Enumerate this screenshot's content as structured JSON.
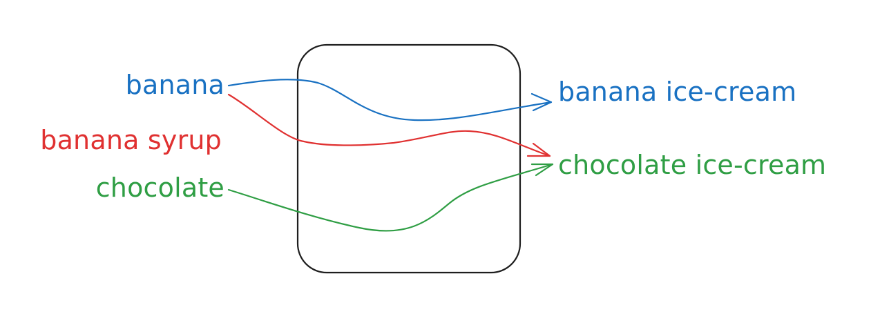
{
  "inputs": [
    {
      "label": "banana",
      "color": "#1971c2"
    },
    {
      "label": "banana syrup",
      "color": "#e03131"
    },
    {
      "label": "chocolate",
      "color": "#2f9e44"
    }
  ],
  "outputs": [
    {
      "label": "banana ice-cream",
      "color": "#1971c2"
    },
    {
      "label": "chocolate ice-cream",
      "color": "#2f9e44"
    }
  ],
  "box": {
    "stroke": "#1e1e1e"
  },
  "arrows": [
    {
      "from": "banana",
      "to": "banana ice-cream",
      "color": "#1971c2"
    },
    {
      "from": "banana",
      "to": "chocolate ice-cream",
      "color": "#e03131"
    },
    {
      "from": "chocolate",
      "to": "chocolate ice-cream",
      "color": "#2f9e44"
    }
  ]
}
